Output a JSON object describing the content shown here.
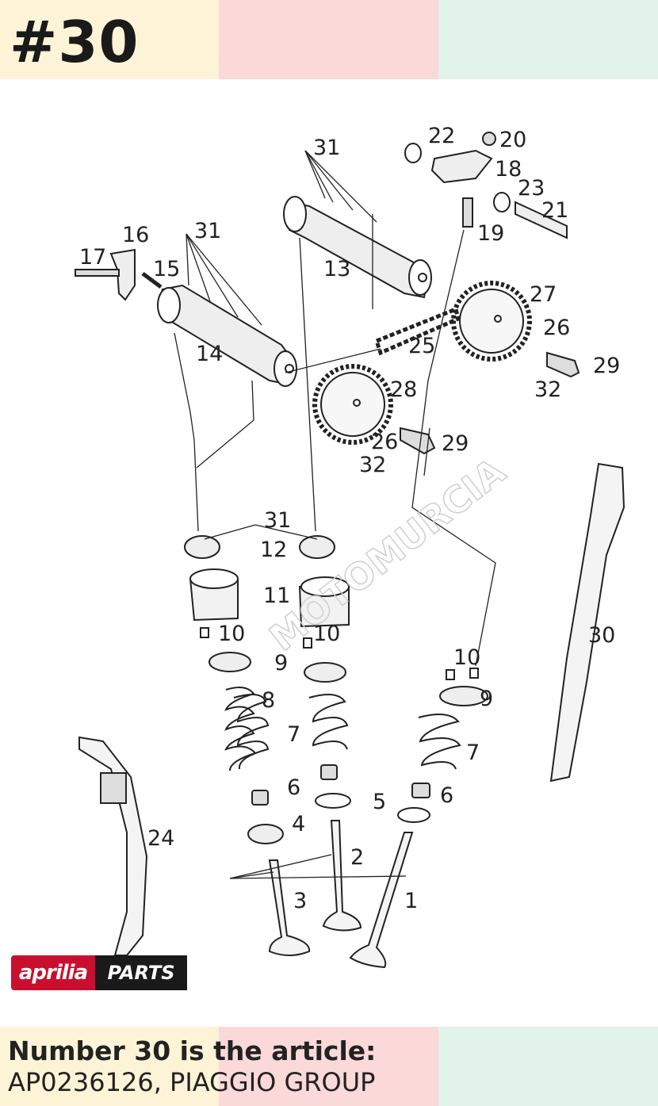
{
  "title": "#30",
  "diagram": {
    "labels": [
      "1",
      "2",
      "3",
      "4",
      "5",
      "6",
      "6",
      "7",
      "7",
      "8",
      "9",
      "9",
      "10",
      "10",
      "10",
      "11",
      "12",
      "13",
      "14",
      "15",
      "16",
      "17",
      "18",
      "19",
      "20",
      "21",
      "22",
      "23",
      "24",
      "25",
      "26",
      "26",
      "27",
      "28",
      "29",
      "29",
      "30",
      "31",
      "31",
      "31",
      "32",
      "32"
    ],
    "watermark": "MOTOMURCIA"
  },
  "logo": {
    "brand": "aprilia",
    "suffix": "PARTS"
  },
  "caption": {
    "line1": "Number 30 is the article:",
    "line2": "AP0236126, PIAGGIO GROUP"
  },
  "colors": {
    "band_yellow": "#fdf4d7",
    "band_pink": "#fbd9d8",
    "band_green": "#e2f3ec",
    "logo_red": "#c8102e"
  }
}
